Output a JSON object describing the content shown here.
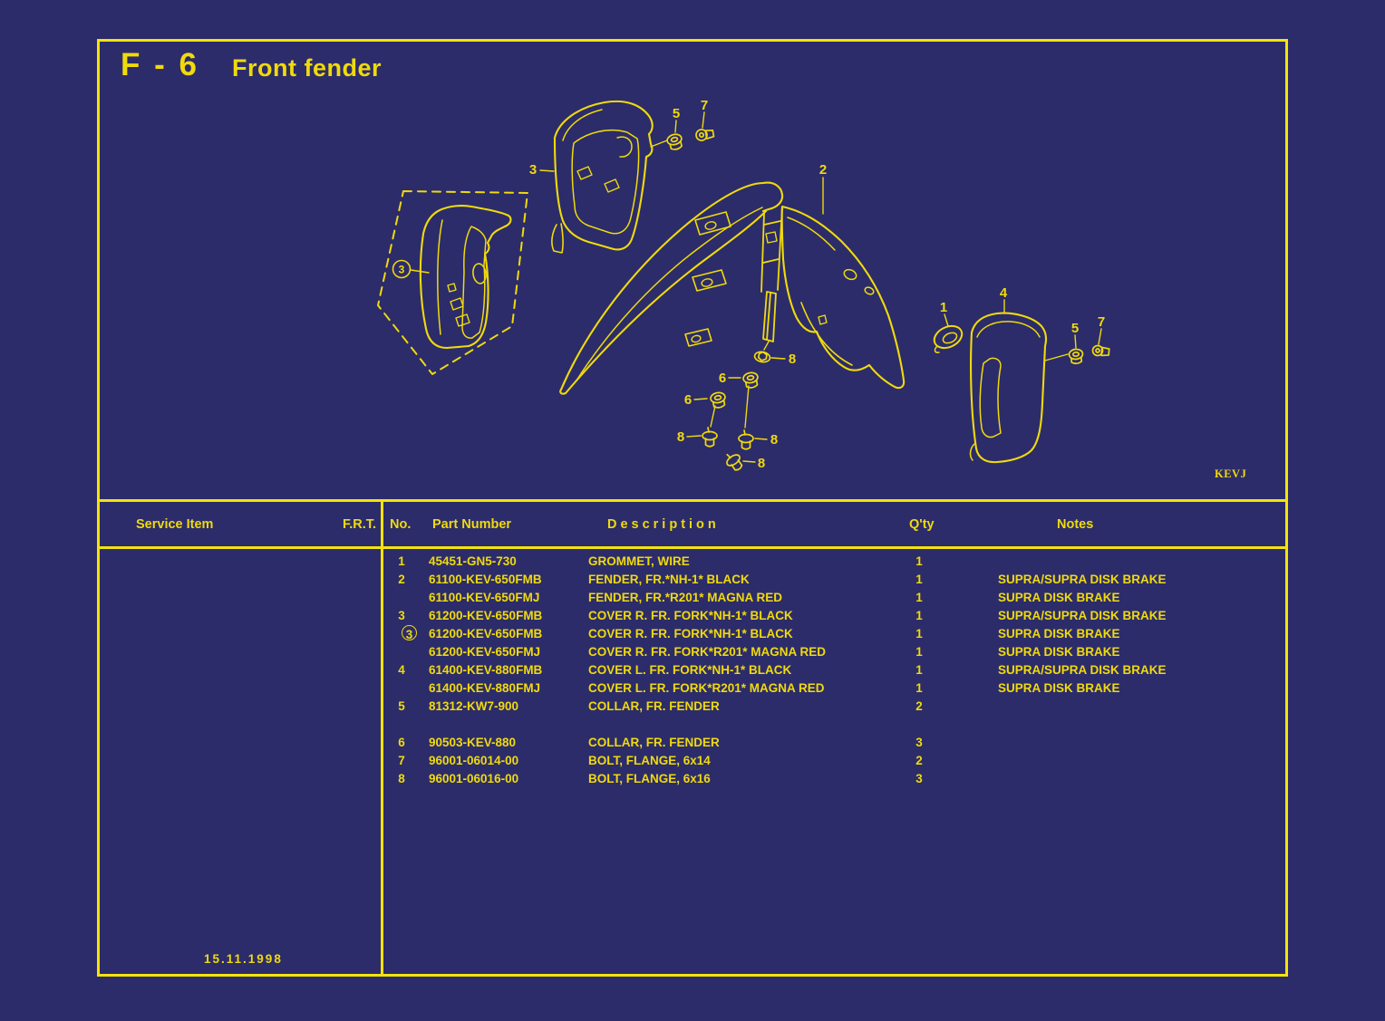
{
  "page": {
    "section_code": "F - 6",
    "section_title": "Front fender",
    "footer_date": "15.11.1998",
    "model_code": "KEVJ"
  },
  "colors": {
    "background": "#2c2c6a",
    "yellow_text": "#f0da0c",
    "yellow_line": "#f5e408"
  },
  "table": {
    "headers": {
      "service_item": "Service Item",
      "frt": "F.R.T.",
      "no": "No.",
      "part_number": "Part Number",
      "description": "Description",
      "qty": "Q'ty",
      "notes": "Notes"
    },
    "rows": [
      {
        "no": "1",
        "circled": false,
        "part_number": "45451-GN5-730",
        "description": "GROMMET, WIRE",
        "qty": "1",
        "notes": ""
      },
      {
        "no": "2",
        "circled": false,
        "part_number": "61100-KEV-650FMB",
        "description": "FENDER, FR.*NH-1* BLACK",
        "qty": "1",
        "notes": "SUPRA/SUPRA DISK BRAKE"
      },
      {
        "no": "",
        "circled": false,
        "part_number": "61100-KEV-650FMJ",
        "description": "FENDER, FR.*R201* MAGNA RED",
        "qty": "1",
        "notes": "SUPRA DISK BRAKE"
      },
      {
        "no": "3",
        "circled": false,
        "part_number": "61200-KEV-650FMB",
        "description": "COVER R. FR. FORK*NH-1* BLACK",
        "qty": "1",
        "notes": "SUPRA/SUPRA DISK BRAKE"
      },
      {
        "no": "3",
        "circled": true,
        "part_number": "61200-KEV-650FMB",
        "description": "COVER R. FR. FORK*NH-1* BLACK",
        "qty": "1",
        "notes": "SUPRA DISK BRAKE"
      },
      {
        "no": "",
        "circled": false,
        "part_number": "61200-KEV-650FMJ",
        "description": "COVER R. FR. FORK*R201* MAGNA RED",
        "qty": "1",
        "notes": "SUPRA DISK BRAKE"
      },
      {
        "no": "4",
        "circled": false,
        "part_number": "61400-KEV-880FMB",
        "description": "COVER L. FR. FORK*NH-1* BLACK",
        "qty": "1",
        "notes": "SUPRA/SUPRA DISK BRAKE"
      },
      {
        "no": "",
        "circled": false,
        "part_number": "61400-KEV-880FMJ",
        "description": "COVER L. FR. FORK*R201* MAGNA RED",
        "qty": "1",
        "notes": "SUPRA DISK BRAKE"
      },
      {
        "no": "5",
        "circled": false,
        "part_number": "81312-KW7-900",
        "description": "COLLAR, FR. FENDER",
        "qty": "2",
        "notes": ""
      },
      {
        "no": "6",
        "circled": false,
        "part_number": "90503-KEV-880",
        "description": "COLLAR, FR. FENDER",
        "qty": "3",
        "notes": ""
      },
      {
        "no": "7",
        "circled": false,
        "part_number": "96001-06014-00",
        "description": "BOLT, FLANGE, 6x14",
        "qty": "2",
        "notes": ""
      },
      {
        "no": "8",
        "circled": false,
        "part_number": "96001-06016-00",
        "description": "BOLT, FLANGE, 6x16",
        "qty": "3",
        "notes": ""
      }
    ]
  },
  "diagram": {
    "callouts": [
      "3",
      "5",
      "7",
      "2",
      "1",
      "4",
      "5",
      "7",
      "6",
      "6",
      "8",
      "8",
      "8",
      "8",
      "3"
    ]
  }
}
